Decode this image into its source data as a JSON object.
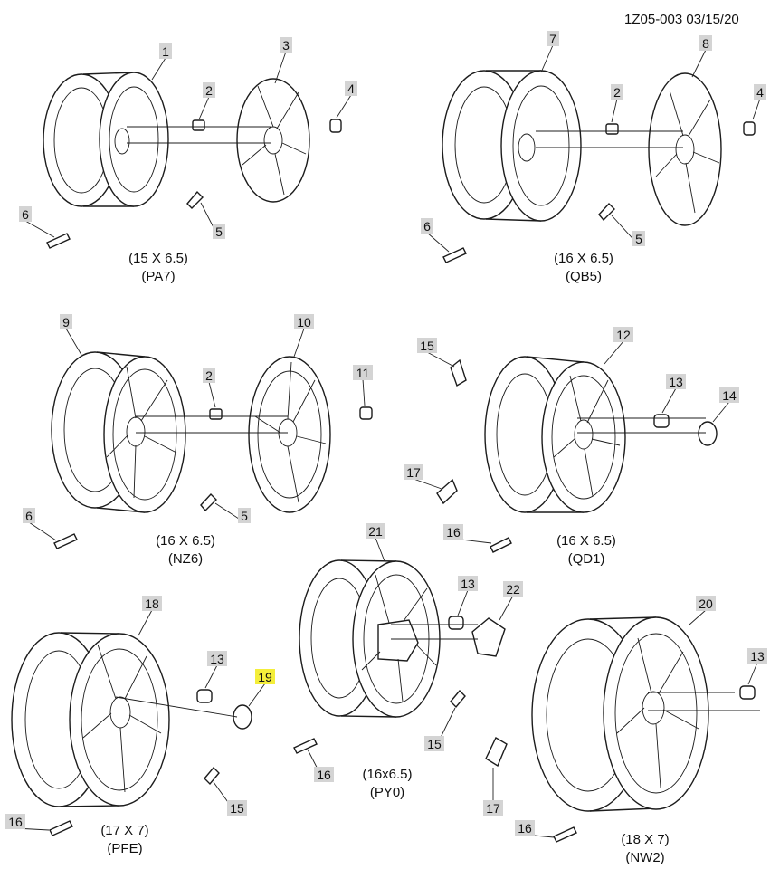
{
  "header": {
    "code": "1Z05-003  03/15/20"
  },
  "groups": [
    {
      "size": "(15 X 6.5)",
      "code": "(PA7)"
    },
    {
      "size": "(16 X 6.5)",
      "code": "(QB5)"
    },
    {
      "size": "(16 X 6.5)",
      "code": "(NZ6)"
    },
    {
      "size": "(16 X 6.5)",
      "code": "(QD1)"
    },
    {
      "size": "(16x6.5)",
      "code": "(PY0)"
    },
    {
      "size": "(17 X 7)",
      "code": "(PFE)"
    },
    {
      "size": "(18 X 7)",
      "code": "(NW2)"
    }
  ],
  "callouts": [
    {
      "label": "1"
    },
    {
      "label": "2"
    },
    {
      "label": "3"
    },
    {
      "label": "4"
    },
    {
      "label": "5"
    },
    {
      "label": "6"
    },
    {
      "label": "7"
    },
    {
      "label": "2"
    },
    {
      "label": "8"
    },
    {
      "label": "4"
    },
    {
      "label": "5"
    },
    {
      "label": "6"
    },
    {
      "label": "9"
    },
    {
      "label": "2"
    },
    {
      "label": "10"
    },
    {
      "label": "11"
    },
    {
      "label": "5"
    },
    {
      "label": "6"
    },
    {
      "label": "15"
    },
    {
      "label": "12"
    },
    {
      "label": "13"
    },
    {
      "label": "14"
    },
    {
      "label": "17"
    },
    {
      "label": "16"
    },
    {
      "label": "21"
    },
    {
      "label": "13"
    },
    {
      "label": "22"
    },
    {
      "label": "15"
    },
    {
      "label": "16"
    },
    {
      "label": "18"
    },
    {
      "label": "13"
    },
    {
      "label": "19",
      "highlighted": true
    },
    {
      "label": "15"
    },
    {
      "label": "16"
    },
    {
      "label": "20"
    },
    {
      "label": "13"
    },
    {
      "label": "17"
    },
    {
      "label": "16"
    }
  ]
}
